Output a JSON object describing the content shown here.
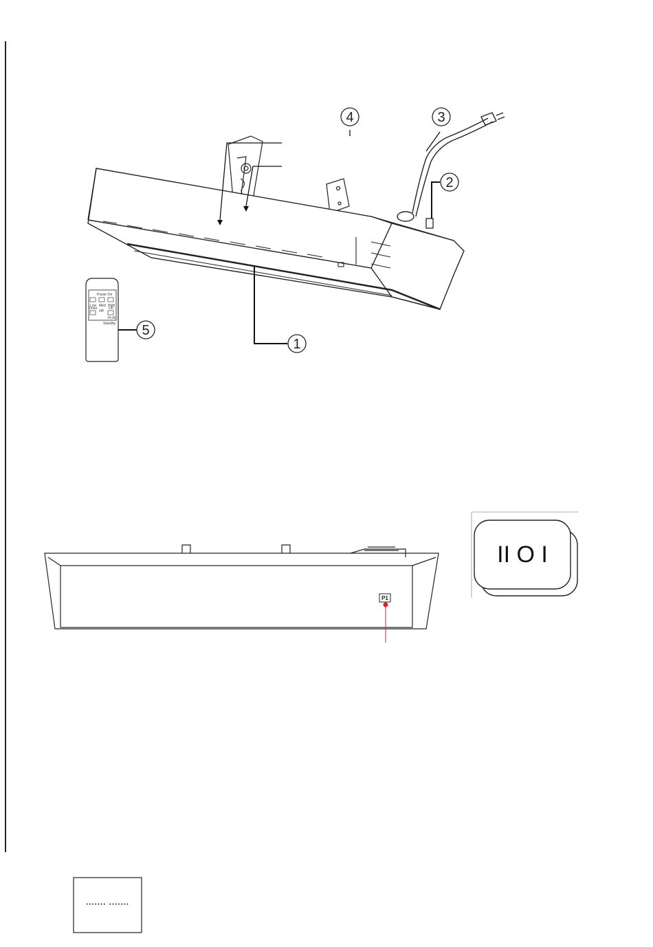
{
  "callouts": {
    "c1": "1",
    "c2": "2",
    "c3": "3",
    "c4": "4",
    "c5": "5"
  },
  "remote_labels": {
    "top": "Power On",
    "low": "Low",
    "med": "Med",
    "high": "High",
    "timer": "Timer",
    "off": "Off",
    "on": "On",
    "standby": "Standby",
    "hi_w": "Hi W"
  },
  "front_view": {
    "panel_label": "P1"
  },
  "switch": {
    "symbols": "II O I"
  },
  "small_display": {
    "indicator": "••••••• •••••••"
  },
  "colors": {
    "line": "#222222",
    "accent_red": "#d9232a"
  }
}
